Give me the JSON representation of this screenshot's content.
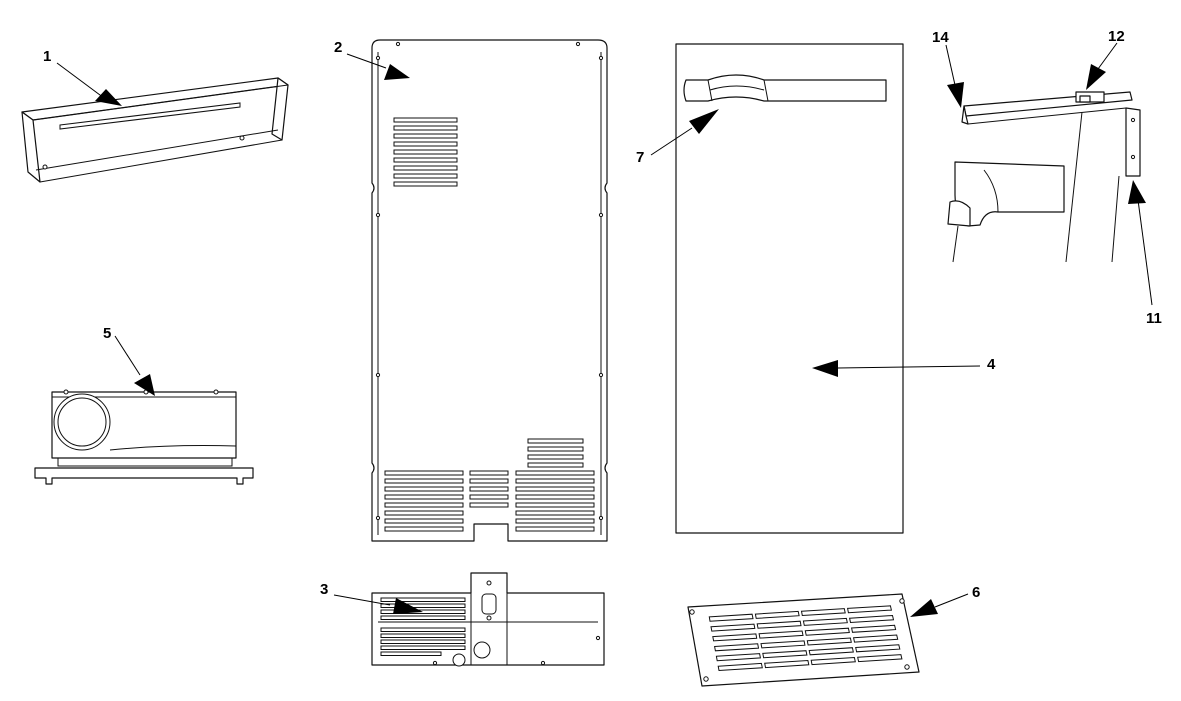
{
  "callouts": [
    {
      "id": "1",
      "label": "1"
    },
    {
      "id": "2",
      "label": "2"
    },
    {
      "id": "3",
      "label": "3"
    },
    {
      "id": "4",
      "label": "4"
    },
    {
      "id": "5",
      "label": "5"
    },
    {
      "id": "6",
      "label": "6"
    },
    {
      "id": "7",
      "label": "7"
    },
    {
      "id": "11",
      "label": "11"
    },
    {
      "id": "12",
      "label": "12"
    },
    {
      "id": "14",
      "label": "14"
    }
  ]
}
